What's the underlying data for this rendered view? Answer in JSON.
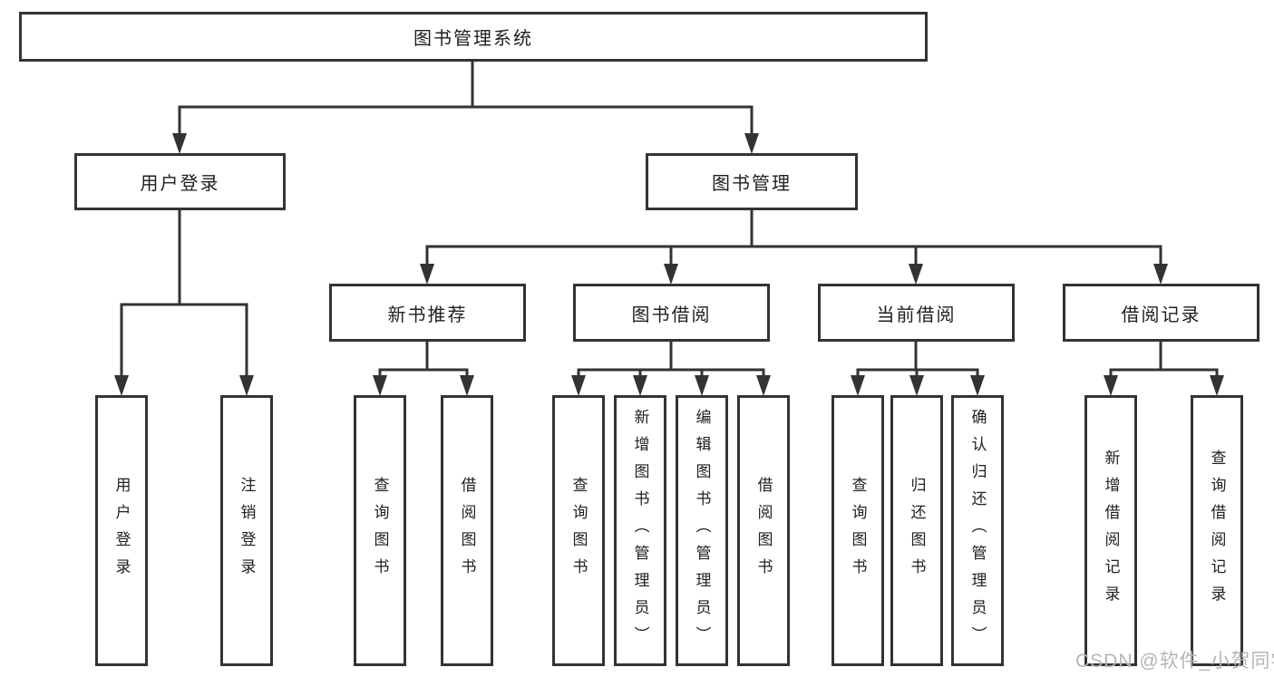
{
  "diagram": {
    "root_label": "图书管理系统",
    "level2": [
      {
        "label": "用户登录",
        "leaves": [
          "用户登录",
          "注销登录"
        ]
      },
      {
        "label": "图书管理"
      }
    ],
    "level3": [
      {
        "label": "新书推荐",
        "leaves": [
          "查询图书",
          "借阅图书"
        ]
      },
      {
        "label": "图书借阅",
        "leaves": [
          "查询图书",
          "新增图书（管理员）",
          "编辑图书（管理员）",
          "借阅图书"
        ]
      },
      {
        "label": "当前借阅",
        "leaves": [
          "查询图书",
          "归还图书",
          "确认归还（管理员）"
        ]
      },
      {
        "label": "借阅记录",
        "leaves": [
          "新增借阅记录",
          "查询借阅记录"
        ]
      }
    ]
  },
  "watermark": {
    "text": "CSDN @软件_小贺同学"
  },
  "colors": {
    "line": "#333333",
    "text": "#1f1f1f",
    "background": "#ffffff",
    "watermark": "#b5b5b5"
  }
}
